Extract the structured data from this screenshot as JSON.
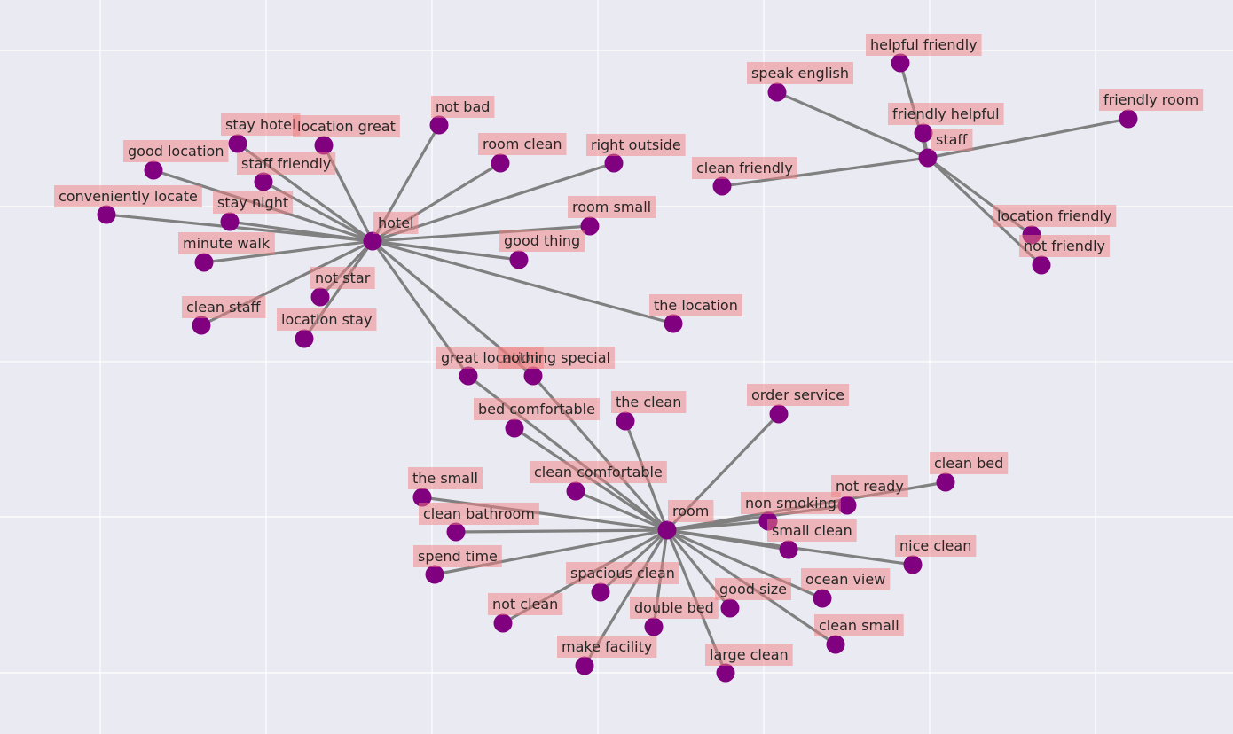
{
  "colors": {
    "background": "#eaeaf2",
    "grid": "#ffffff",
    "edge": "#808080",
    "node": "#800080",
    "label_bg": "#f08080"
  },
  "diagram": {
    "type": "word co-occurrence network",
    "hubs": [
      {
        "name": "hotel",
        "neighbors": [
          "not bad",
          "room clean",
          "right outside",
          "room small",
          "good thing",
          "the location",
          "stay hotel",
          "location great",
          "good location",
          "staff friendly",
          "conveniently locate",
          "stay night",
          "minute walk",
          "not star",
          "clean staff",
          "location stay",
          "great location",
          "nothing special"
        ]
      },
      {
        "name": "staff",
        "neighbors": [
          "helpful friendly",
          "speak english",
          "friendly helpful",
          "friendly room",
          "clean friendly",
          "location friendly",
          "not friendly"
        ]
      },
      {
        "name": "room",
        "neighbors": [
          "great location",
          "nothing special",
          "bed comfortable",
          "the clean",
          "order service",
          "clean bed",
          "not ready",
          "non smoking",
          "small clean",
          "nice clean",
          "ocean view",
          "clean small",
          "good size",
          "large clean",
          "double bed",
          "make facility",
          "spacious clean",
          "not clean",
          "spend time",
          "clean bathroom",
          "the small",
          "clean comfortable"
        ]
      }
    ]
  }
}
